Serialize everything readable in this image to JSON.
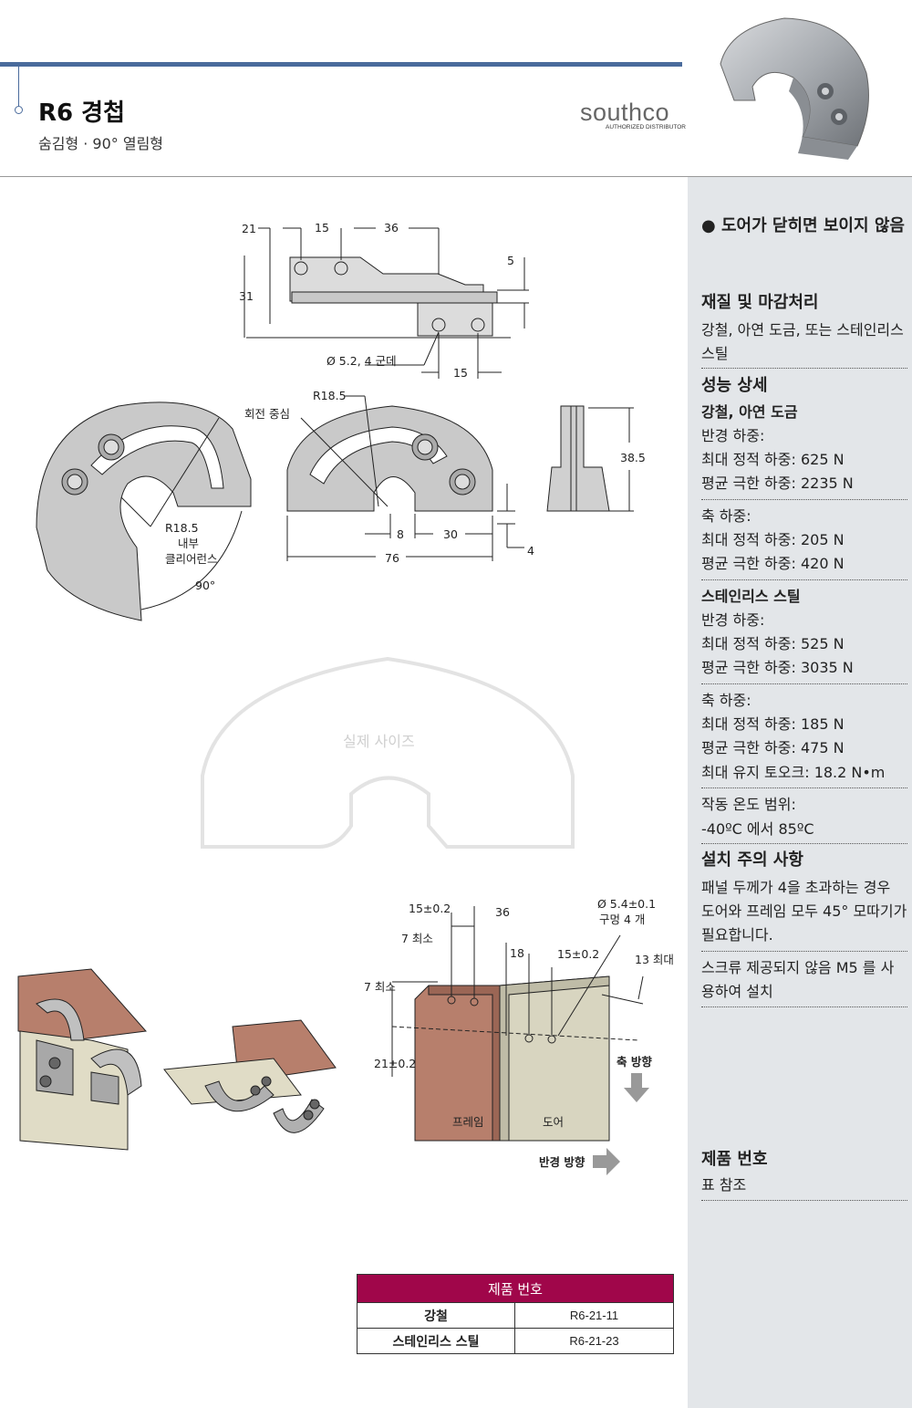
{
  "header": {
    "title": "R6 경첩",
    "subtitle": "숨김형 · 90° 열림형",
    "logo_text": "southco",
    "logo_sub": "AUTHORIZED DISTRIBUTOR"
  },
  "sidebar": {
    "bullet": "도어가 닫히면 보이지 않음",
    "material_heading": "재질 및 마감처리",
    "material_text": "강철, 아연 도금, 또는 스테인리스 스틸",
    "perf_heading": "성능 상세",
    "steel_heading": "강철, 아연 도금",
    "steel_radial": "반경 하중:",
    "steel_radial_static": "최대 정적 하중: 625 N",
    "steel_radial_ult": "평균 극한 하중: 2235 N",
    "steel_axial": "축 하중:",
    "steel_axial_static": "최대 정적 하중: 205 N",
    "steel_axial_ult": "평균 극한 하중: 420 N",
    "ss_heading": "스테인리스 스틸",
    "ss_radial": "반경 하중:",
    "ss_radial_static": "최대 정적 하중: 525 N",
    "ss_radial_ult": "평균 극한 하중: 3035 N",
    "ss_axial": "축 하중:",
    "ss_axial_static": "최대 정적 하중: 185 N",
    "ss_axial_ult": "평균 극한 하중: 475 N",
    "ss_torque": "최대 유지 토오크: 18.2 N•m",
    "temp_label": "작동 온도 범위:",
    "temp_value": "-40ºC 에서 85ºC",
    "install_heading": "설치 주의 사항",
    "install_text": "패널 두께가 4을 초과하는 경우 도어와 프레임 모두 45° 모따기가 필요합니다.",
    "screw_text": "스크류 제공되지 않음 M5 를 사용하여 설치",
    "part_heading": "제품 번호",
    "part_text": "표 참조"
  },
  "drawing_top": {
    "d21": "21",
    "d15": "15",
    "d36": "36",
    "d5": "5",
    "d31": "31",
    "hole": "Ø 5.2, 4 군데",
    "d15b": "15"
  },
  "drawing_mid": {
    "r185": "R18.5",
    "center": "회전 중심",
    "r185b": "R18.5",
    "inner1": "내부",
    "inner2": "클리어런스",
    "deg90": "90°",
    "d8": "8",
    "d30": "30",
    "d76": "76",
    "d4": "4",
    "d385": "38.5"
  },
  "actual_size": "실제 사이즈",
  "drawing_mount": {
    "d15a": "15±0.2",
    "d36": "36",
    "min7a": "7 최소",
    "d18": "18",
    "d15b": "15±0.2",
    "hole1": "Ø 5.4±0.1",
    "hole2": "구멍 4 개",
    "max13": "13 최대",
    "min7b": "7 최소",
    "d21": "21±0.2",
    "axial": "축 방향",
    "frame": "프레임",
    "door": "도어",
    "radial": "반경 방향"
  },
  "table": {
    "header": "제품 번호",
    "rows": [
      {
        "material": "강철",
        "part": "R6-21-11"
      },
      {
        "material": "스테인리스 스틸",
        "part": "R6-21-23"
      }
    ]
  }
}
